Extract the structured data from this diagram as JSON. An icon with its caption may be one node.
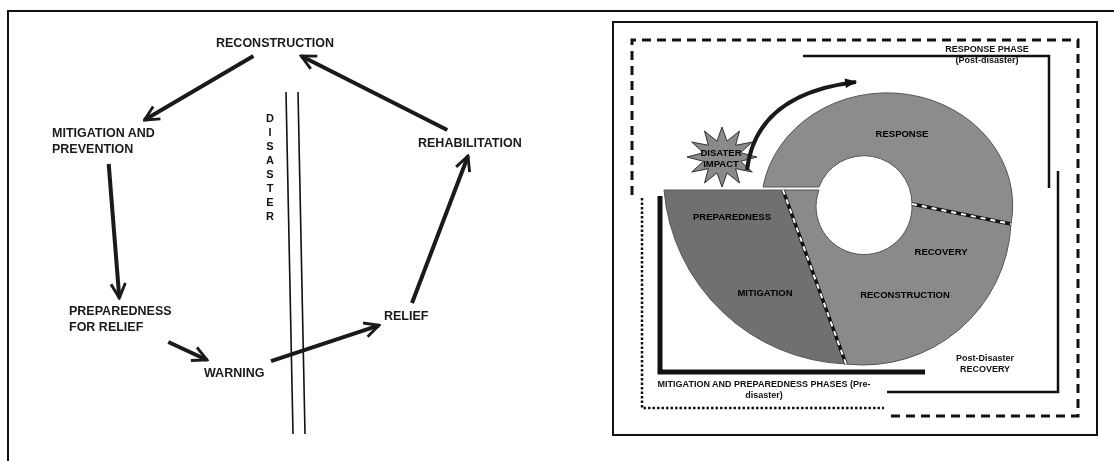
{
  "diagram": {
    "nodes": [
      {
        "text": [
          "RECONSTRUCTION"
        ]
      },
      {
        "text": [
          "MITIGATION AND PREVENTION"
        ]
      },
      {
        "text": [
          "PREPAREDNESS FOR RELIEF"
        ]
      },
      {
        "text": [
          "WARNING"
        ]
      },
      {
        "text": [
          "RELIEF"
        ]
      },
      {
        "text": [
          "REHABILITATION"
        ]
      },
      {
        "text": [
          "DISATER IMPACT"
        ]
      },
      {
        "text": [
          "RESPONSE"
        ]
      },
      {
        "text": [
          "RECOVERY",
          "RECONSTRUCTION"
        ]
      },
      {
        "text": [
          "PREPAREDNESS",
          "MITIGATION"
        ]
      }
    ],
    "edges": [
      {
        "from": 0,
        "to": 1,
        "arrow": "to"
      },
      {
        "from": 1,
        "to": 2,
        "arrow": "to"
      },
      {
        "from": 2,
        "to": 3,
        "arrow": "to"
      },
      {
        "from": 3,
        "to": 4,
        "arrow": "to"
      },
      {
        "from": 4,
        "to": 5,
        "arrow": "to"
      },
      {
        "from": 5,
        "to": 0,
        "arrow": "to"
      },
      {
        "from": 6,
        "to": 7,
        "arrow": "to"
      }
    ],
    "labels": [
      "DISASTER",
      "RESPONSE PHASE (Post-disaster)",
      "Post-Disaster RECOVERY",
      "MITIGATION AND PREPAREDNESS PHASES (Pre-disaster)"
    ]
  }
}
